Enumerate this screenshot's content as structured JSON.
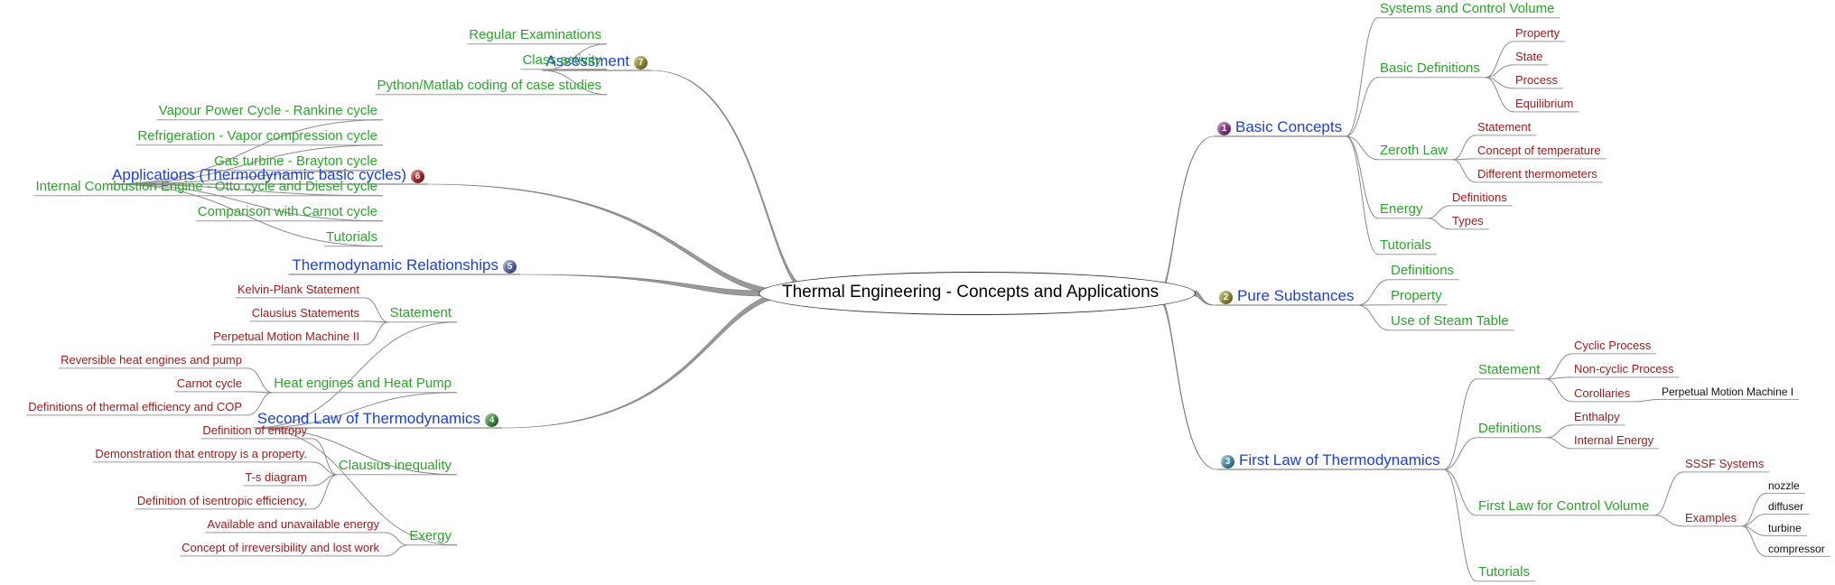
{
  "center": "Thermal Engineering - Concepts and Applications",
  "branches": [
    {
      "id": "basic",
      "side": "right",
      "label": "Basic Concepts",
      "badge": "1",
      "badge_color": "#8b3a8b",
      "children": [
        {
          "label": "Systems and Control Volume"
        },
        {
          "label": "Basic Definitions",
          "children": [
            {
              "label": "Property"
            },
            {
              "label": "State"
            },
            {
              "label": "Process"
            },
            {
              "label": "Equilibrium"
            }
          ]
        },
        {
          "label": "Zeroth Law",
          "children": [
            {
              "label": "Statement"
            },
            {
              "label": "Concept of temperature"
            },
            {
              "label": "Different thermometers"
            }
          ]
        },
        {
          "label": "Energy",
          "children": [
            {
              "label": "Definitions"
            },
            {
              "label": "Types"
            }
          ]
        },
        {
          "label": "Tutorials"
        }
      ]
    },
    {
      "id": "pure",
      "side": "right",
      "label": "Pure Substances",
      "badge": "2",
      "badge_color": "#8f8f3a",
      "children": [
        {
          "label": "Definitions"
        },
        {
          "label": "Property"
        },
        {
          "label": "Use of Steam Table"
        }
      ]
    },
    {
      "id": "first",
      "side": "right",
      "label": "First Law of Thermodynamics",
      "badge": "3",
      "badge_color": "#4a8ea8",
      "children": [
        {
          "label": "Statement",
          "children": [
            {
              "label": "Cyclic Process"
            },
            {
              "label": "Non-cyclic Process"
            },
            {
              "label": "Corollaries",
              "children": [
                {
                  "label": "Perpetual Motion Machine I"
                }
              ]
            }
          ]
        },
        {
          "label": "Definitions",
          "children": [
            {
              "label": "Enthalpy"
            },
            {
              "label": "Internal Energy"
            }
          ]
        },
        {
          "label": "First Law for Control Volume",
          "children": [
            {
              "label": "SSSF Systems"
            },
            {
              "label": "Examples",
              "children": [
                {
                  "label": "nozzle"
                },
                {
                  "label": "diffuser"
                },
                {
                  "label": "turbine"
                },
                {
                  "label": "compressor"
                }
              ]
            }
          ]
        },
        {
          "label": "Tutorials"
        }
      ]
    },
    {
      "id": "assess",
      "side": "left",
      "label": "Assessment",
      "badge": "7",
      "badge_color": "#8f8f3a",
      "children": [
        {
          "label": "Regular Examinations"
        },
        {
          "label": "Class activity"
        },
        {
          "label": "Python/Matlab coding of case studies"
        }
      ]
    },
    {
      "id": "apps",
      "side": "left",
      "label": "Applications (Thermodynamic basic cycles)",
      "badge": "6",
      "badge_color": "#a82a2a",
      "children": [
        {
          "label": "Vapour Power Cycle - Rankine cycle"
        },
        {
          "label": "Refrigeration - Vapor compression cycle"
        },
        {
          "label": "Gas turbine - Brayton cycle"
        },
        {
          "label": "Internal Combustion Engine - Otto cycle and Diesel cycle"
        },
        {
          "label": "Comparison with Carnot cycle"
        },
        {
          "label": "Tutorials"
        }
      ]
    },
    {
      "id": "rel",
      "side": "left",
      "label": "Thermodynamic Relationships",
      "badge": "5",
      "badge_color": "#5a6aa8",
      "children": []
    },
    {
      "id": "second",
      "side": "left",
      "label": "Second Law of Thermodynamics",
      "badge": "4",
      "badge_color": "#3a8f3a",
      "children": [
        {
          "label": "Statement",
          "children": [
            {
              "label": "Kelvin-Plank Statement"
            },
            {
              "label": "Clausius Statements"
            },
            {
              "label": "Perpetual Motion Machine II"
            }
          ]
        },
        {
          "label": "Heat engines and Heat Pump",
          "children": [
            {
              "label": "Reversible heat engines and pump"
            },
            {
              "label": "Carnot cycle"
            },
            {
              "label": "Definitions of thermal efficiency and COP"
            }
          ]
        },
        {
          "label": "Clausius inequality",
          "children": [
            {
              "label": "Definition of entropy"
            },
            {
              "label": "Demonstration that entropy is a property."
            },
            {
              "label": "T-s diagram"
            },
            {
              "label": "Definition of isentropic efficiency,"
            }
          ]
        },
        {
          "label": "Exergy",
          "children": [
            {
              "label": "Available and unavailable energy"
            },
            {
              "label": "Concept of irreversibility and lost work"
            }
          ]
        }
      ]
    }
  ]
}
